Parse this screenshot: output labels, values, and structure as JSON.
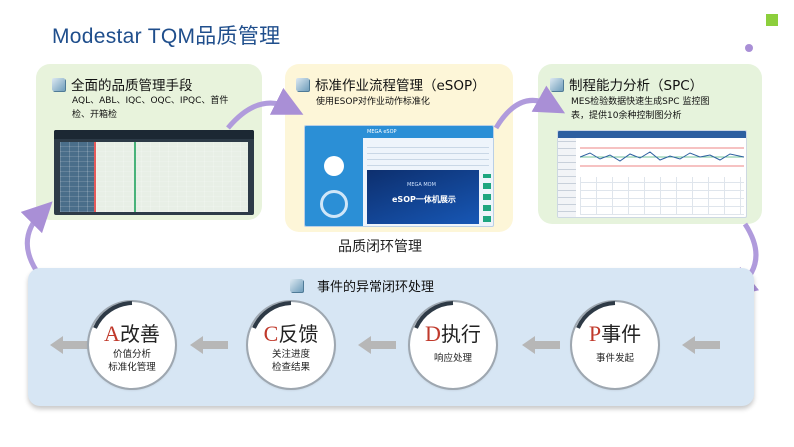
{
  "header": {
    "title": "Modestar TQM品质管理"
  },
  "colors": {
    "title_blue": "#1f4e8c",
    "accent_green": "#8ccf3c",
    "accent_purple": "#a98fd6",
    "letter_red": "#c0392b"
  },
  "panels": {
    "quality": {
      "title": "全面的品质管理手段",
      "desc_line1": "AQL、ABL、IQC、OQC、IPQC、首件",
      "desc_line2": "检、开箱检"
    },
    "esop": {
      "title": "标准作业流程管理（eSOP）",
      "desc": "使用ESOP对作业动作标准化"
    },
    "spc": {
      "title": "制程能力分析（SPC）",
      "desc_line1": "MES检验数据快速生成SPC 监控图",
      "desc_line2": "表，提供10余种控制图分析"
    }
  },
  "esop_screen": {
    "brand": "MEGA eSOP",
    "video_small": "MEGA MOM",
    "video_title": "eSOP一体机展示"
  },
  "loop_label": "品质闭环管理",
  "bottom": {
    "title": "事件的异常闭环处理",
    "stages": [
      {
        "letter": "A",
        "name": "改善",
        "line1": "价值分析",
        "line2": "标准化管理"
      },
      {
        "letter": "C",
        "name": "反馈",
        "line1": "关注进度",
        "line2": "检查结果"
      },
      {
        "letter": "D",
        "name": "执行",
        "line1": "响应处理",
        "line2": ""
      },
      {
        "letter": "P",
        "name": "事件",
        "line1": "事件发起",
        "line2": ""
      }
    ]
  }
}
